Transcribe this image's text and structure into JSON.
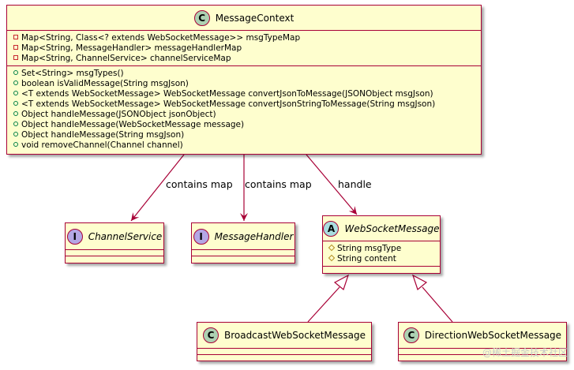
{
  "classes": {
    "message_context": {
      "badge": "C",
      "name": "MessageContext",
      "fields": [
        {
          "visibility": "private",
          "text": "Map<String, Class<? extends WebSocketMessage>> msgTypeMap"
        },
        {
          "visibility": "private",
          "text": "Map<String, MessageHandler> messageHandlerMap"
        },
        {
          "visibility": "private",
          "text": "Map<String, ChannelService> channelServiceMap"
        }
      ],
      "methods": [
        {
          "visibility": "public",
          "text": "Set<String> msgTypes()"
        },
        {
          "visibility": "public",
          "text": "boolean isValidMessage(String msgJson)"
        },
        {
          "visibility": "public",
          "text": "<T extends WebSocketMessage> WebSocketMessage convertJsonToMessage(JSONObject msgJson)"
        },
        {
          "visibility": "public",
          "text": "<T extends WebSocketMessage> WebSocketMessage convertJsonStringToMessage(String msgJson)"
        },
        {
          "visibility": "public",
          "text": "Object handleMessage(JSONObject jsonObject)"
        },
        {
          "visibility": "public",
          "text": "Object handleMessage(WebSocketMessage message)"
        },
        {
          "visibility": "public",
          "text": "Object handleMessage(String msgJson)"
        },
        {
          "visibility": "public",
          "text": "void removeChannel(Channel channel)"
        }
      ]
    },
    "channel_service": {
      "badge": "I",
      "name": "ChannelService"
    },
    "message_handler": {
      "badge": "I",
      "name": "MessageHandler"
    },
    "websocket_message": {
      "badge": "A",
      "name": "WebSocketMessage",
      "fields": [
        {
          "visibility": "protected",
          "text": "String msgType"
        },
        {
          "visibility": "protected",
          "text": "String content"
        }
      ]
    },
    "broadcast_message": {
      "badge": "C",
      "name": "BroadcastWebSocketMessage"
    },
    "direction_message": {
      "badge": "C",
      "name": "DirectionWebSocketMessage"
    }
  },
  "relations": {
    "to_channel_service": "contains map",
    "to_message_handler": "contains map",
    "to_websocket_message": "handle"
  },
  "colors": {
    "class_fill": "#fefece",
    "border": "#a80036",
    "class_badge": "#add1b2",
    "interface_badge": "#b4a7e5",
    "abstract_badge": "#a9dcdf"
  },
  "watermark": "@稀土掘金技术社区"
}
